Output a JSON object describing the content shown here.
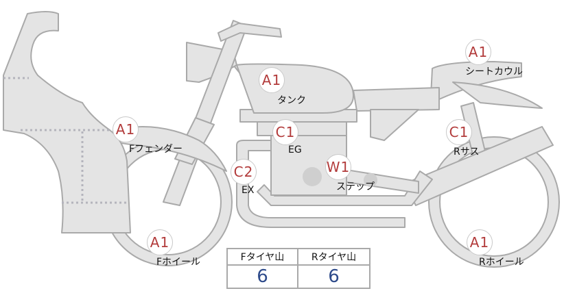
{
  "colors": {
    "body_fill": "#e4e4e4",
    "body_stroke": "#a9a9a9",
    "marker_text": "#b23b3b",
    "value_text": "#2d4a8a"
  },
  "markers": [
    {
      "id": "tank",
      "grade": "A1",
      "label": "タンク"
    },
    {
      "id": "seat-cowl",
      "grade": "A1",
      "label": "シートカウル"
    },
    {
      "id": "f-fender",
      "grade": "A1",
      "label": "Fフェンダー"
    },
    {
      "id": "engine",
      "grade": "C1",
      "label": "EG"
    },
    {
      "id": "r-suspension",
      "grade": "C1",
      "label": "Rサス"
    },
    {
      "id": "exhaust",
      "grade": "C2",
      "label": "EX"
    },
    {
      "id": "step",
      "grade": "W1",
      "label": "ステップ"
    },
    {
      "id": "f-wheel",
      "grade": "A1",
      "label": "Fホイール"
    },
    {
      "id": "r-wheel",
      "grade": "A1",
      "label": "Rホイール"
    }
  ],
  "tread": {
    "front_header": "Fタイヤ山",
    "rear_header": "Rタイヤ山",
    "front_value": "6",
    "rear_value": "6"
  }
}
